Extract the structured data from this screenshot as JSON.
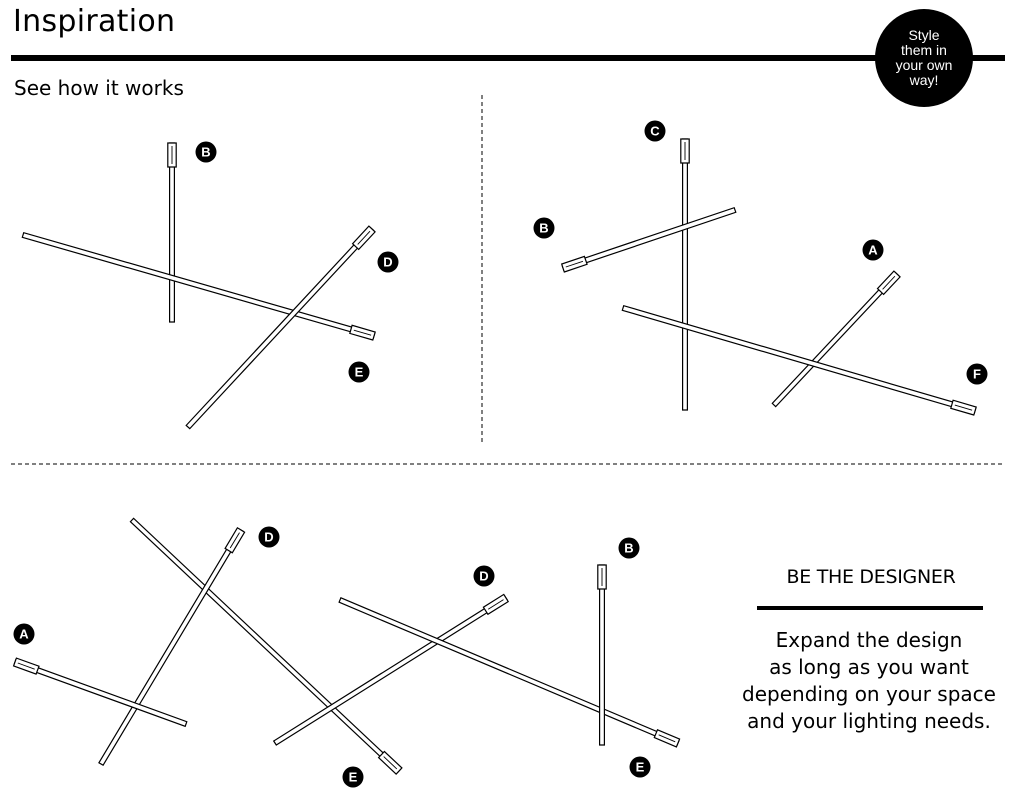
{
  "header": {
    "title": "Inspiration",
    "subtitle": "See how it works"
  },
  "badge": {
    "lines": [
      "Style",
      "them in",
      "your own",
      "way!"
    ]
  },
  "designer": {
    "title": "BE THE DESIGNER",
    "lines": [
      "Expand the design",
      "as long as you want",
      "depending on your space",
      "and your lighting needs."
    ]
  },
  "diagrams": [
    {
      "name": "arrangement-1",
      "markers": [
        "B",
        "D",
        "E"
      ]
    },
    {
      "name": "arrangement-2",
      "markers": [
        "C",
        "B",
        "A",
        "F"
      ]
    },
    {
      "name": "arrangement-3",
      "markers": [
        "D",
        "A",
        "E",
        "D",
        "B",
        "E"
      ]
    }
  ]
}
